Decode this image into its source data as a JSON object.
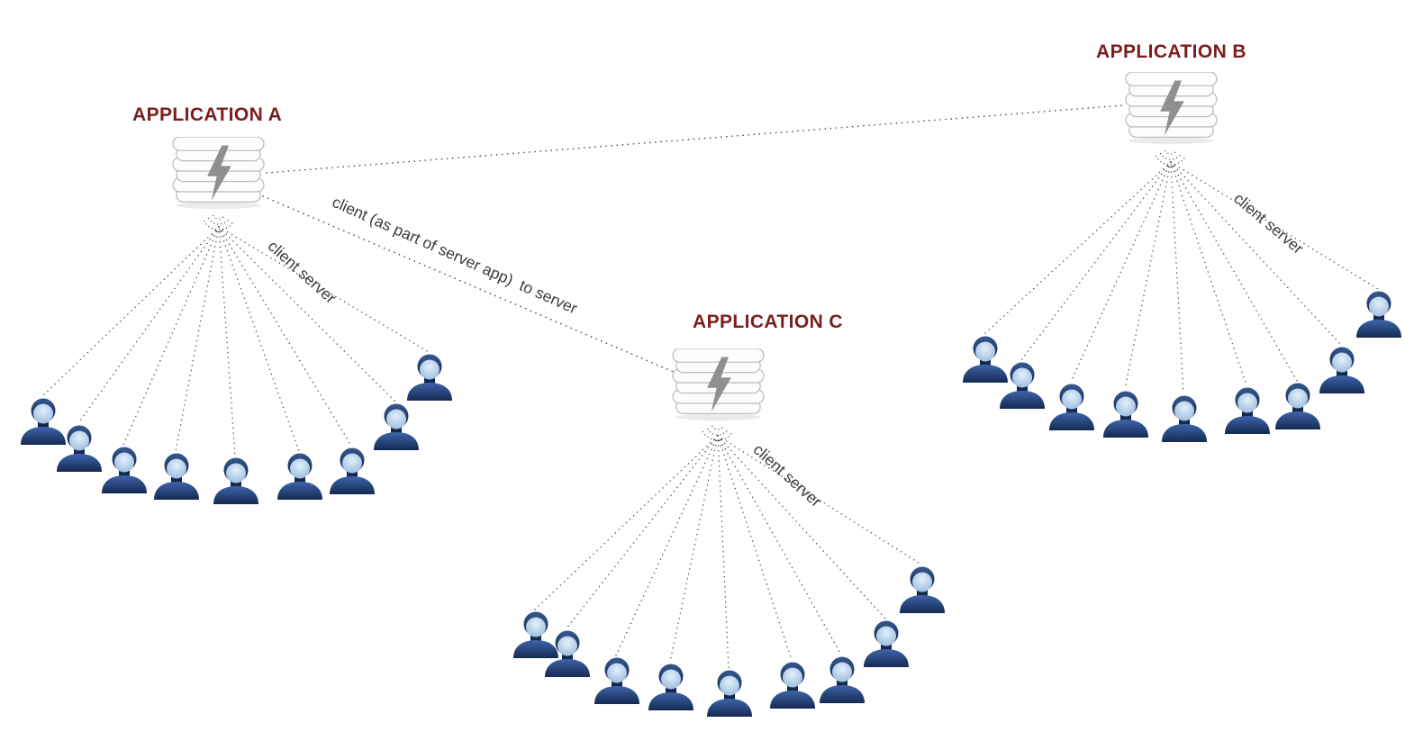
{
  "diagram": {
    "type": "client-server network diagram",
    "applications": [
      {
        "id": "A",
        "label": "APPLICATION A",
        "fan_label": "client server",
        "client_count": 9
      },
      {
        "id": "B",
        "label": "APPLICATION B",
        "fan_label": "client server",
        "client_count": 9
      },
      {
        "id": "C",
        "label": "APPLICATION C",
        "fan_label": "client server",
        "client_count": 9
      }
    ],
    "connections": [
      {
        "from": "A",
        "to": "B",
        "label": ""
      },
      {
        "from": "A",
        "to": "C",
        "label": "client (as part of server app)  to server"
      }
    ],
    "colors": {
      "app_label": "#7a1e1e",
      "fan_label": "#3c3c3c",
      "dotted_line": "#4a4a4a",
      "user_body": "#1d3a6b",
      "user_face": "#a9c9e8",
      "server_fill": "#ffffff",
      "server_stroke": "#bfbfbf",
      "bolt": "#8f8f8f"
    }
  }
}
